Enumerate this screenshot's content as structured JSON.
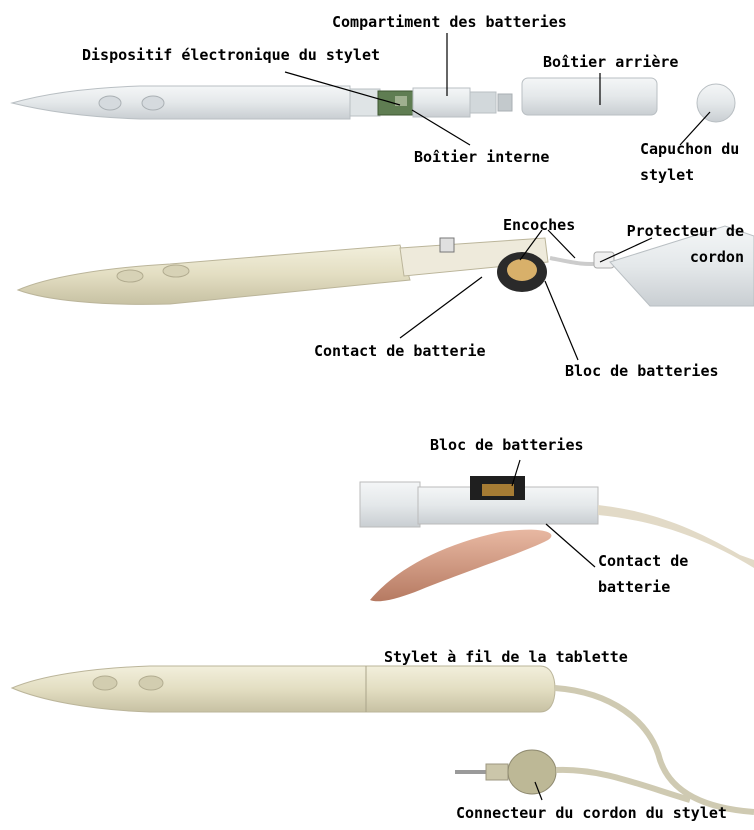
{
  "labels": {
    "battery_compartment": "Compartiment des batteries",
    "stylus_electronics": "Dispositif électronique du stylet",
    "rear_housing": "Boîtier arrière",
    "inner_housing": "Boîtier interne",
    "stylus_cap": "Capuchon du stylet",
    "notches": "Encoches",
    "cord_protector": "Protecteur de cordon",
    "battery_contact_1": "Contact de batterie",
    "battery_pack_1": "Bloc de batteries",
    "battery_pack_2": "Bloc de batteries",
    "battery_contact_2": "Contact de batterie",
    "tethered_stylus": "Stylet à fil de la tablette",
    "stylus_cord_connector": "Connecteur du cordon du stylet"
  },
  "colors": {
    "pen_white": "#e9ecef",
    "pen_beige": "#e6e1c6",
    "pcb_green": "#4a6a3d",
    "battery_black": "#222222",
    "skin": "#d9a48e"
  }
}
